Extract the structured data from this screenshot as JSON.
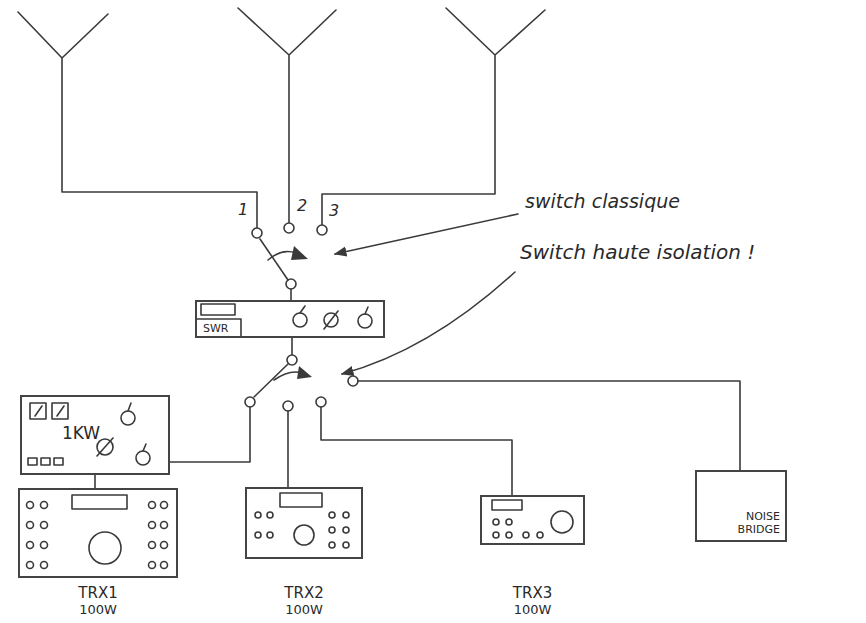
{
  "diagram": {
    "nodes": [
      {
        "text": [
          "SWR"
        ]
      },
      {
        "text": [
          "1KW"
        ]
      },
      {
        "text": [
          "TRX1",
          "100W"
        ]
      },
      {
        "text": [
          "TRX2",
          "100W"
        ]
      },
      {
        "text": [
          "TRX3",
          "100W"
        ]
      },
      {
        "text": [
          "NOISE BRIDGE"
        ]
      }
    ],
    "edges": [
      {
        "from": 1,
        "to": 2,
        "arrow": "none"
      }
    ],
    "labels": [
      "1",
      "2",
      "3",
      "switch classique",
      "Switch haute isolation !"
    ]
  }
}
